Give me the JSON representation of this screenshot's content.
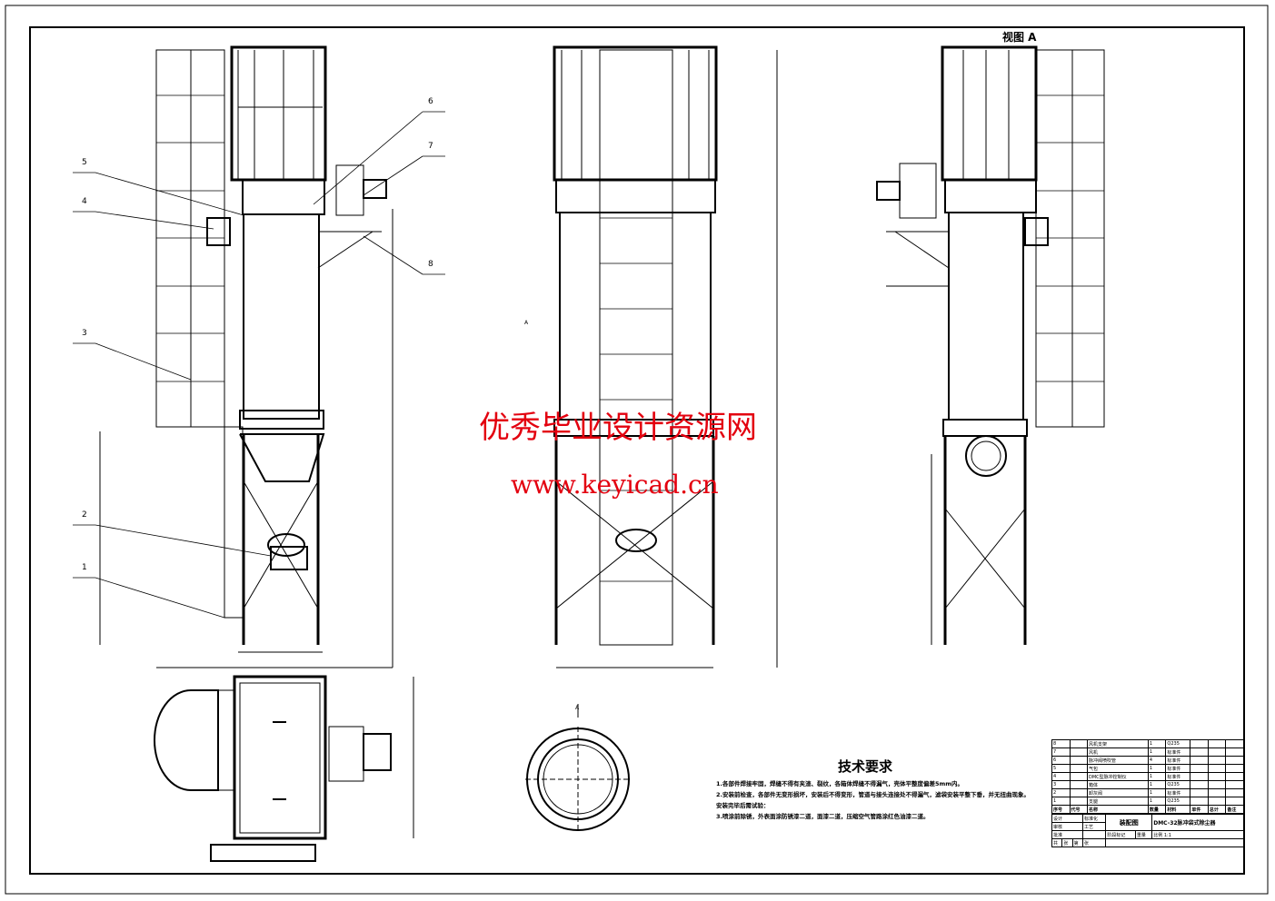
{
  "view_label": "视图 A",
  "callouts": [
    "1",
    "2",
    "3",
    "4",
    "5",
    "6",
    "7",
    "8"
  ],
  "watermark": {
    "title": "优秀毕业设计资源网",
    "url": "www.keyicad.cn"
  },
  "tech_requirements": {
    "title": "技术要求",
    "items": [
      "1.各部件焊接牢固，焊缝不得有夹渣、裂纹，各箱体焊缝不得漏气，壳体平整度偏差5mm内。",
      "2.安装前检查，各部件无变形损坏，安装后不得变形，管道与接头连接处不得漏气，滤袋安装平整下垂，并无扭曲现象。",
      "  安装完毕后需试验：",
      "3.喷涂前除锈，外表面涂防锈漆二道，面漆二道，压缩空气管路涂红色油漆二道。"
    ]
  },
  "parts_list": {
    "rows": [
      [
        "8",
        "",
        "风机支架",
        "1",
        "Q235"
      ],
      [
        "7",
        "",
        "风机",
        "1",
        "标准件"
      ],
      [
        "6",
        "",
        "脉冲阀喷吹管",
        "4",
        "标准件"
      ],
      [
        "5",
        "",
        "气包",
        "1",
        "标准件"
      ],
      [
        "4",
        "",
        "DMC型脉冲控制仪",
        "1",
        "标准件"
      ],
      [
        "3",
        "",
        "箱体",
        "1",
        "Q235"
      ],
      [
        "2",
        "",
        "卸灰阀",
        "1",
        "标准件"
      ],
      [
        "1",
        "",
        "支腿",
        "1",
        "Q235"
      ]
    ],
    "headers": [
      "序号",
      "代号",
      "名称",
      "数量",
      "材料",
      "单件",
      "总计",
      "备注"
    ],
    "weight_label": "重量"
  },
  "title_block": {
    "unit": "装配图",
    "drawing_name": "DMC-32脉冲袋式除尘器",
    "scale_label": "比例",
    "scale": "1:1",
    "stage_label": "阶段标记",
    "weight_label": "重量",
    "design": "设计",
    "check": "审核",
    "process": "工艺",
    "approve": "批准",
    "standard": "标准化",
    "bottom": [
      "共",
      "张",
      "第",
      "张"
    ]
  },
  "dims": {
    "a": "A",
    "section": "A"
  }
}
